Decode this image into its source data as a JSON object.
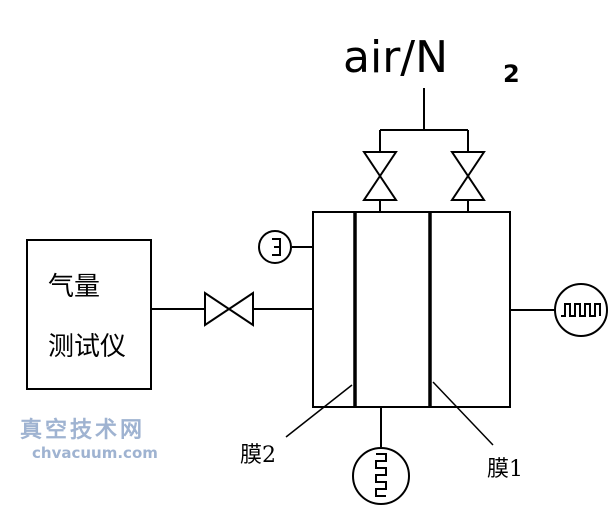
{
  "gas_label": {
    "main": "air/N",
    "sub": "2"
  },
  "instrument": {
    "line1": "气量",
    "line2": "测试仪"
  },
  "membrane_2": "膜2",
  "membrane_1": "膜1",
  "watermark": {
    "cn": "真空技术网",
    "en": "chvacuum.com"
  },
  "colors": {
    "stroke": "#000000",
    "watermark": "#9fb3d1"
  }
}
